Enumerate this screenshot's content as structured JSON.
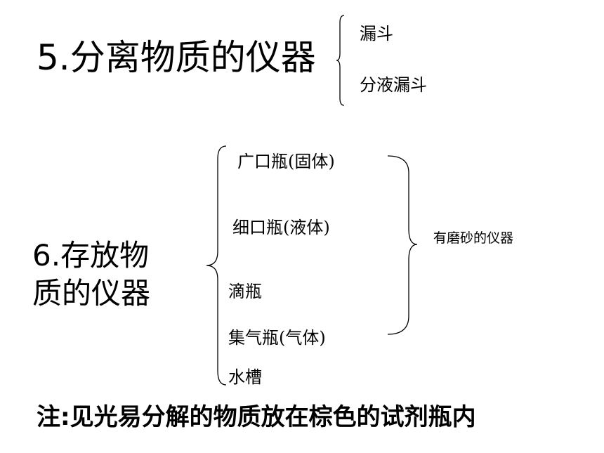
{
  "section5": {
    "title": "5.分离物质的仪器",
    "items": [
      "漏斗",
      "分液漏斗"
    ]
  },
  "section6": {
    "title_line1": "6.存放物",
    "title_line2": "质的仪器",
    "items": [
      "广口瓶(固体)",
      "细口瓶(液体)",
      "滴瓶",
      "集气瓶(气体)",
      "水槽"
    ],
    "group_label": "有磨砂的仪器"
  },
  "note": "注:见光易分解的物质放在棕色的试剂瓶内"
}
